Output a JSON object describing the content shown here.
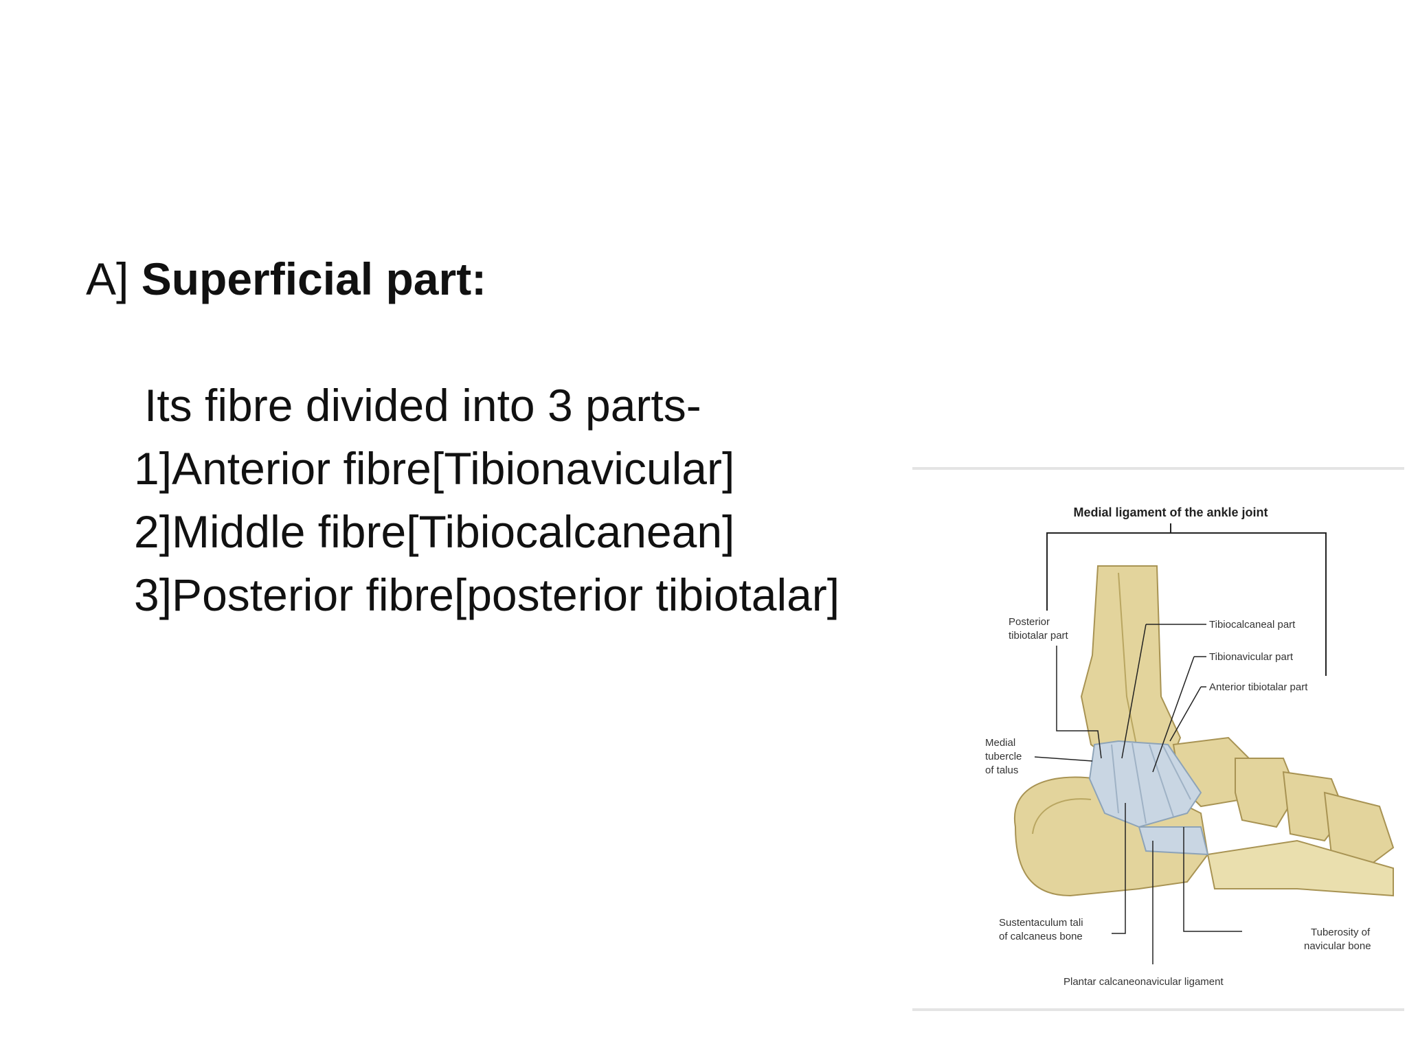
{
  "slide": {
    "heading_prefix": "A]",
    "heading_bold": "Superficial part:",
    "intro": "Its fibre divided into 3 parts-",
    "items": [
      "1]Anterior fibre[Tibionavicular]",
      "2]Middle fibre[Tibiocalcanean]",
      "3]Posterior fibre[posterior tibiotalar]"
    ]
  },
  "figure": {
    "title": "Medial ligament of the ankle joint",
    "labels": {
      "posterior_tibiotalar_1": "Posterior",
      "posterior_tibiotalar_2": "tibiotalar part",
      "tibiocalcaneal": "Tibiocalcaneal part",
      "tibionavicular": "Tibionavicular part",
      "anterior_tibiotalar": "Anterior tibiotalar part",
      "medial_tubercle_1": "Medial",
      "medial_tubercle_2": "tubercle",
      "medial_tubercle_3": "of talus",
      "sustentaculum_1": "Sustentaculum tali",
      "sustentaculum_2": "of calcaneus bone",
      "tuberosity_1": "Tuberosity of",
      "tuberosity_2": "navicular bone",
      "plantar": "Plantar calcaneonavicular ligament"
    },
    "colors": {
      "bone": "#e3d49c",
      "bone_shadow": "#b9a661",
      "ligament": "#c9d6e3",
      "leader": "#222222"
    }
  }
}
